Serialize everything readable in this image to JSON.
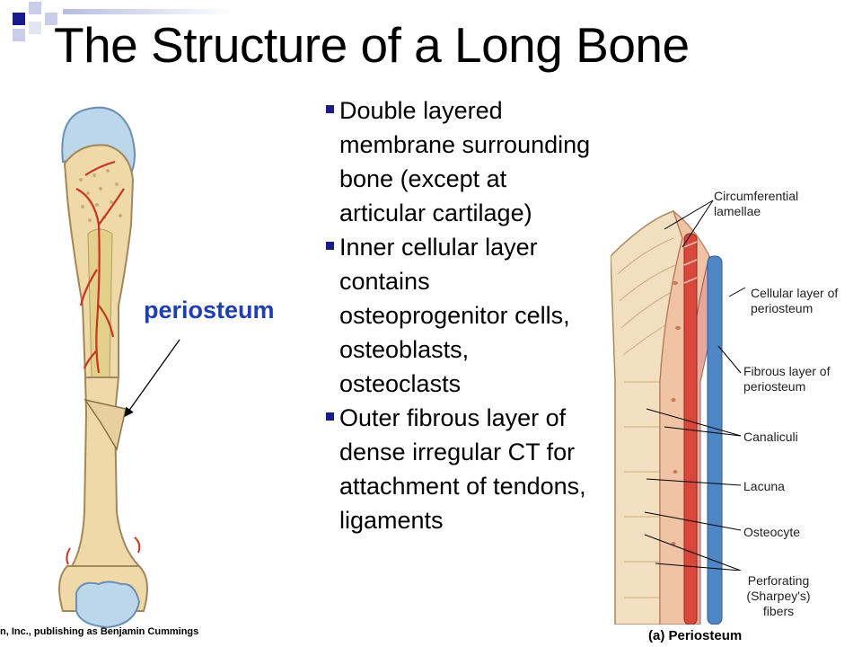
{
  "slide": {
    "title": "The Structure of a Long Bone",
    "bullets": [
      "Double layered membrane surrounding bone (except at articular cartilage)",
      "Inner cellular layer contains osteoprogenitor cells, osteoblasts, osteoclasts",
      "Outer fibrous layer of dense irregular CT for attachment of tendons, ligaments"
    ],
    "accent_color": "#1a1a8c"
  },
  "bone_figure": {
    "label": "periosteum",
    "label_color": "#1f3fb0",
    "copyright_fragment": "n, Inc., publishing as Benjamin Cummings"
  },
  "periosteum_figure": {
    "caption": "(a) Periosteum",
    "callouts": [
      "Circumferential lamellae",
      "Cellular layer of periosteum",
      "Fibrous layer of periosteum",
      "Canaliculi",
      "Lacuna",
      "Osteocyte",
      "Perforating (Sharpey's) fibers"
    ]
  }
}
